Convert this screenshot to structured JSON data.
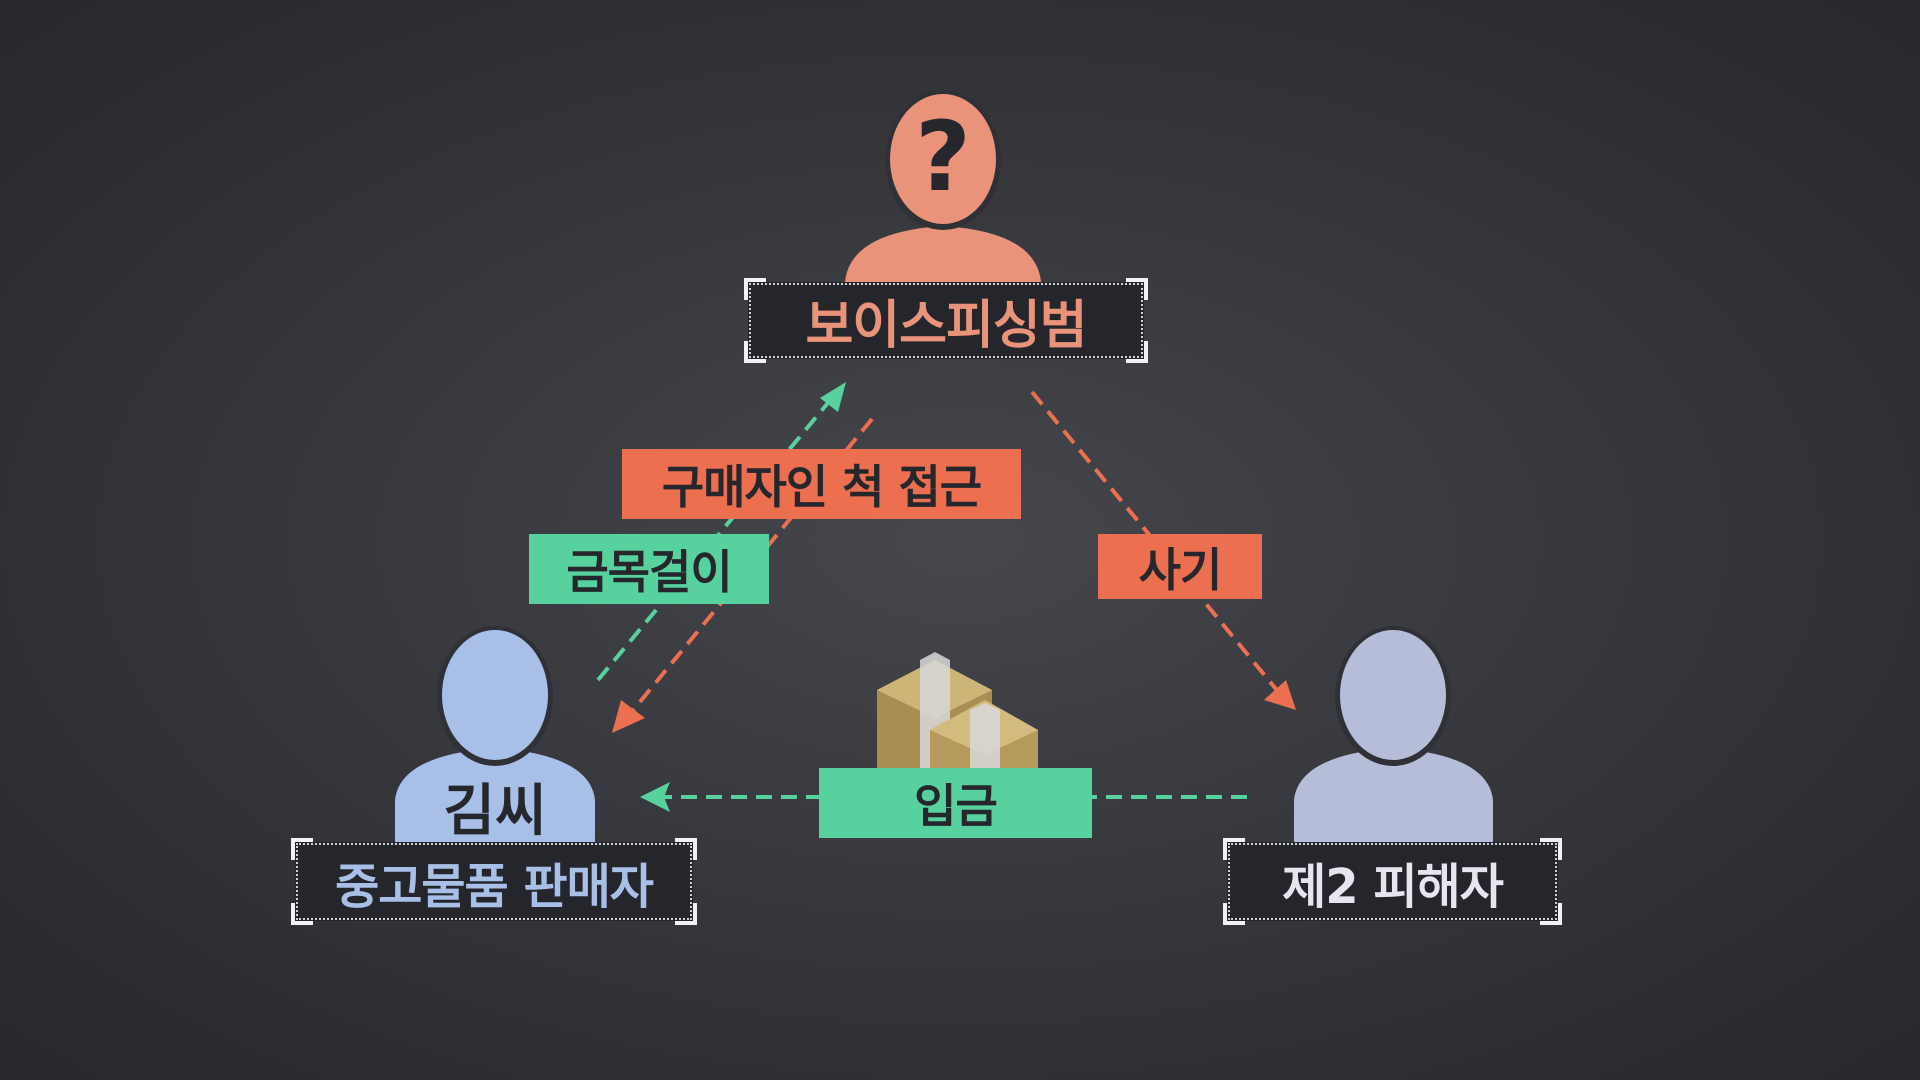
{
  "colors": {
    "scammer": "#e8937a",
    "seller": "#a8bfe8",
    "victim": "#b6bdd8",
    "orange": "#ec6f50",
    "green": "#57d19e",
    "dark": "#26272c"
  },
  "nodes": {
    "scammer": {
      "label": "보이스피싱범",
      "icon": "question-person-icon"
    },
    "seller": {
      "label": "중고물품 판매자",
      "name": "김씨",
      "icon": "person-icon"
    },
    "victim": {
      "label": "제2 피해자",
      "icon": "person-icon"
    }
  },
  "edges": {
    "approach": {
      "label": "구매자인 척 접근"
    },
    "necklace": {
      "label": "금목걸이"
    },
    "fraud": {
      "label": "사기"
    },
    "deposit": {
      "label": "입금",
      "icon": "money-stack-icon"
    }
  },
  "question_mark": "?"
}
